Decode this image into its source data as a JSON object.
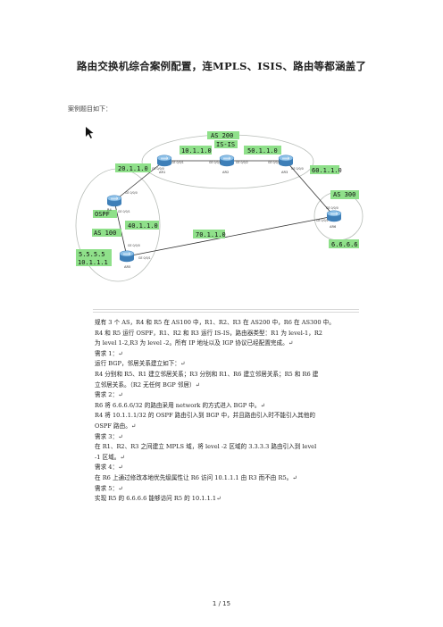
{
  "doc": {
    "title": "路由交换机综合案例配置，连MPLS、ISIS、路由等都涵盖了",
    "intro": "案例题目如下：",
    "footer": "1 / 15"
  },
  "diagram": {
    "as200_label": "AS 200",
    "isis_label": "IS-IS",
    "ospf_label": "OSPF",
    "as100_label": "AS 100",
    "as300_label": "AS 300",
    "net_10": "10.1.1.0",
    "net_50": "50.1.1.0",
    "net_20": "20.1.1.0",
    "net_60": "60.1.1.0",
    "net_40": "40.1.1.0",
    "net_70": "70.1.1.0",
    "r4_lo1": "5.5.5.5",
    "r4_lo2": "10.1.1.1",
    "r6_lo": "6.6.6.6",
    "r1_name": "AR1",
    "r2_name": "AR2",
    "r3_name": "AR3",
    "r4_name": "R4",
    "r5_name": "AR5",
    "r6_name": "AR6",
    "port_r1a": "GE 0/0/1",
    "port_r1b": "GE 0/0/0",
    "port_r2a": "GE 0/0/1",
    "port_r2b": "GE 0/0/2",
    "port_r3a": "GE 0/0/1",
    "port_r3b": "GE 0/0/0",
    "port_r4a": "GE 0/0/0",
    "port_r4b": "GE 0/0/1",
    "port_r5a": "GE 0/0/0",
    "port_r5b": "GE 0/0/1",
    "port_r6a": "GE 0/0/0",
    "port_r6b": "GE 0/0/1"
  },
  "body": {
    "lines": [
      "规有 3 个 AS，R4 和 R5 在 AS100 中，R1、R2、R3 在 AS200 中，R6 在 AS300 中。",
      "R4 和 R5 运行 OSPF，R1、R2 和 R3 运行 IS-IS，路由器类型：R1 为 level-1，R2",
      "为 level 1-2,R3 为 level -2。所有 IP 地址以及 IGP 协议已经配置完成。↵",
      "需求 1：↵",
      "运行 BGP，邻居关系建立如下：↵",
      "R4 分别和 R5、R1 建立邻居关系；R3 分别和 R1、R6 建立邻居关系；R5 和 R6 建",
      "立邻居关系。（R2 无任何 BGP 邻居）↵",
      "需求 2：↵",
      "R6 将 6.6.6.6/32 的路由采用 network 的方式进入 BGP 中。↵",
      "R4 将 10.1.1.1/32 的 OSPF 路由引入到 BGP 中，并且路由引入时不能引入其他的",
      "OSPF 路由。↵",
      "需求 3：↵",
      "在 R1、R2、R3 之间建立 MPLS 域，将 level -2 区域的 3.3.3.3 路由引入到 level",
      "-1 区域。↵",
      "需求 4：↵",
      "在 R6 上通过修改本地优先级属性让 R6 访问 10.1.1.1 由 R3 而不由 R5。↵",
      "需求 5：↵",
      "实现 R5 的 6.6.6.6 能够访问 R5 的 10.1.1.1↵"
    ]
  },
  "colors": {
    "label_bg": "#8fe08a",
    "ellipse": "#b8bdb8",
    "router_top": "#7fb4e0",
    "router_side": "#3e7fb8"
  }
}
